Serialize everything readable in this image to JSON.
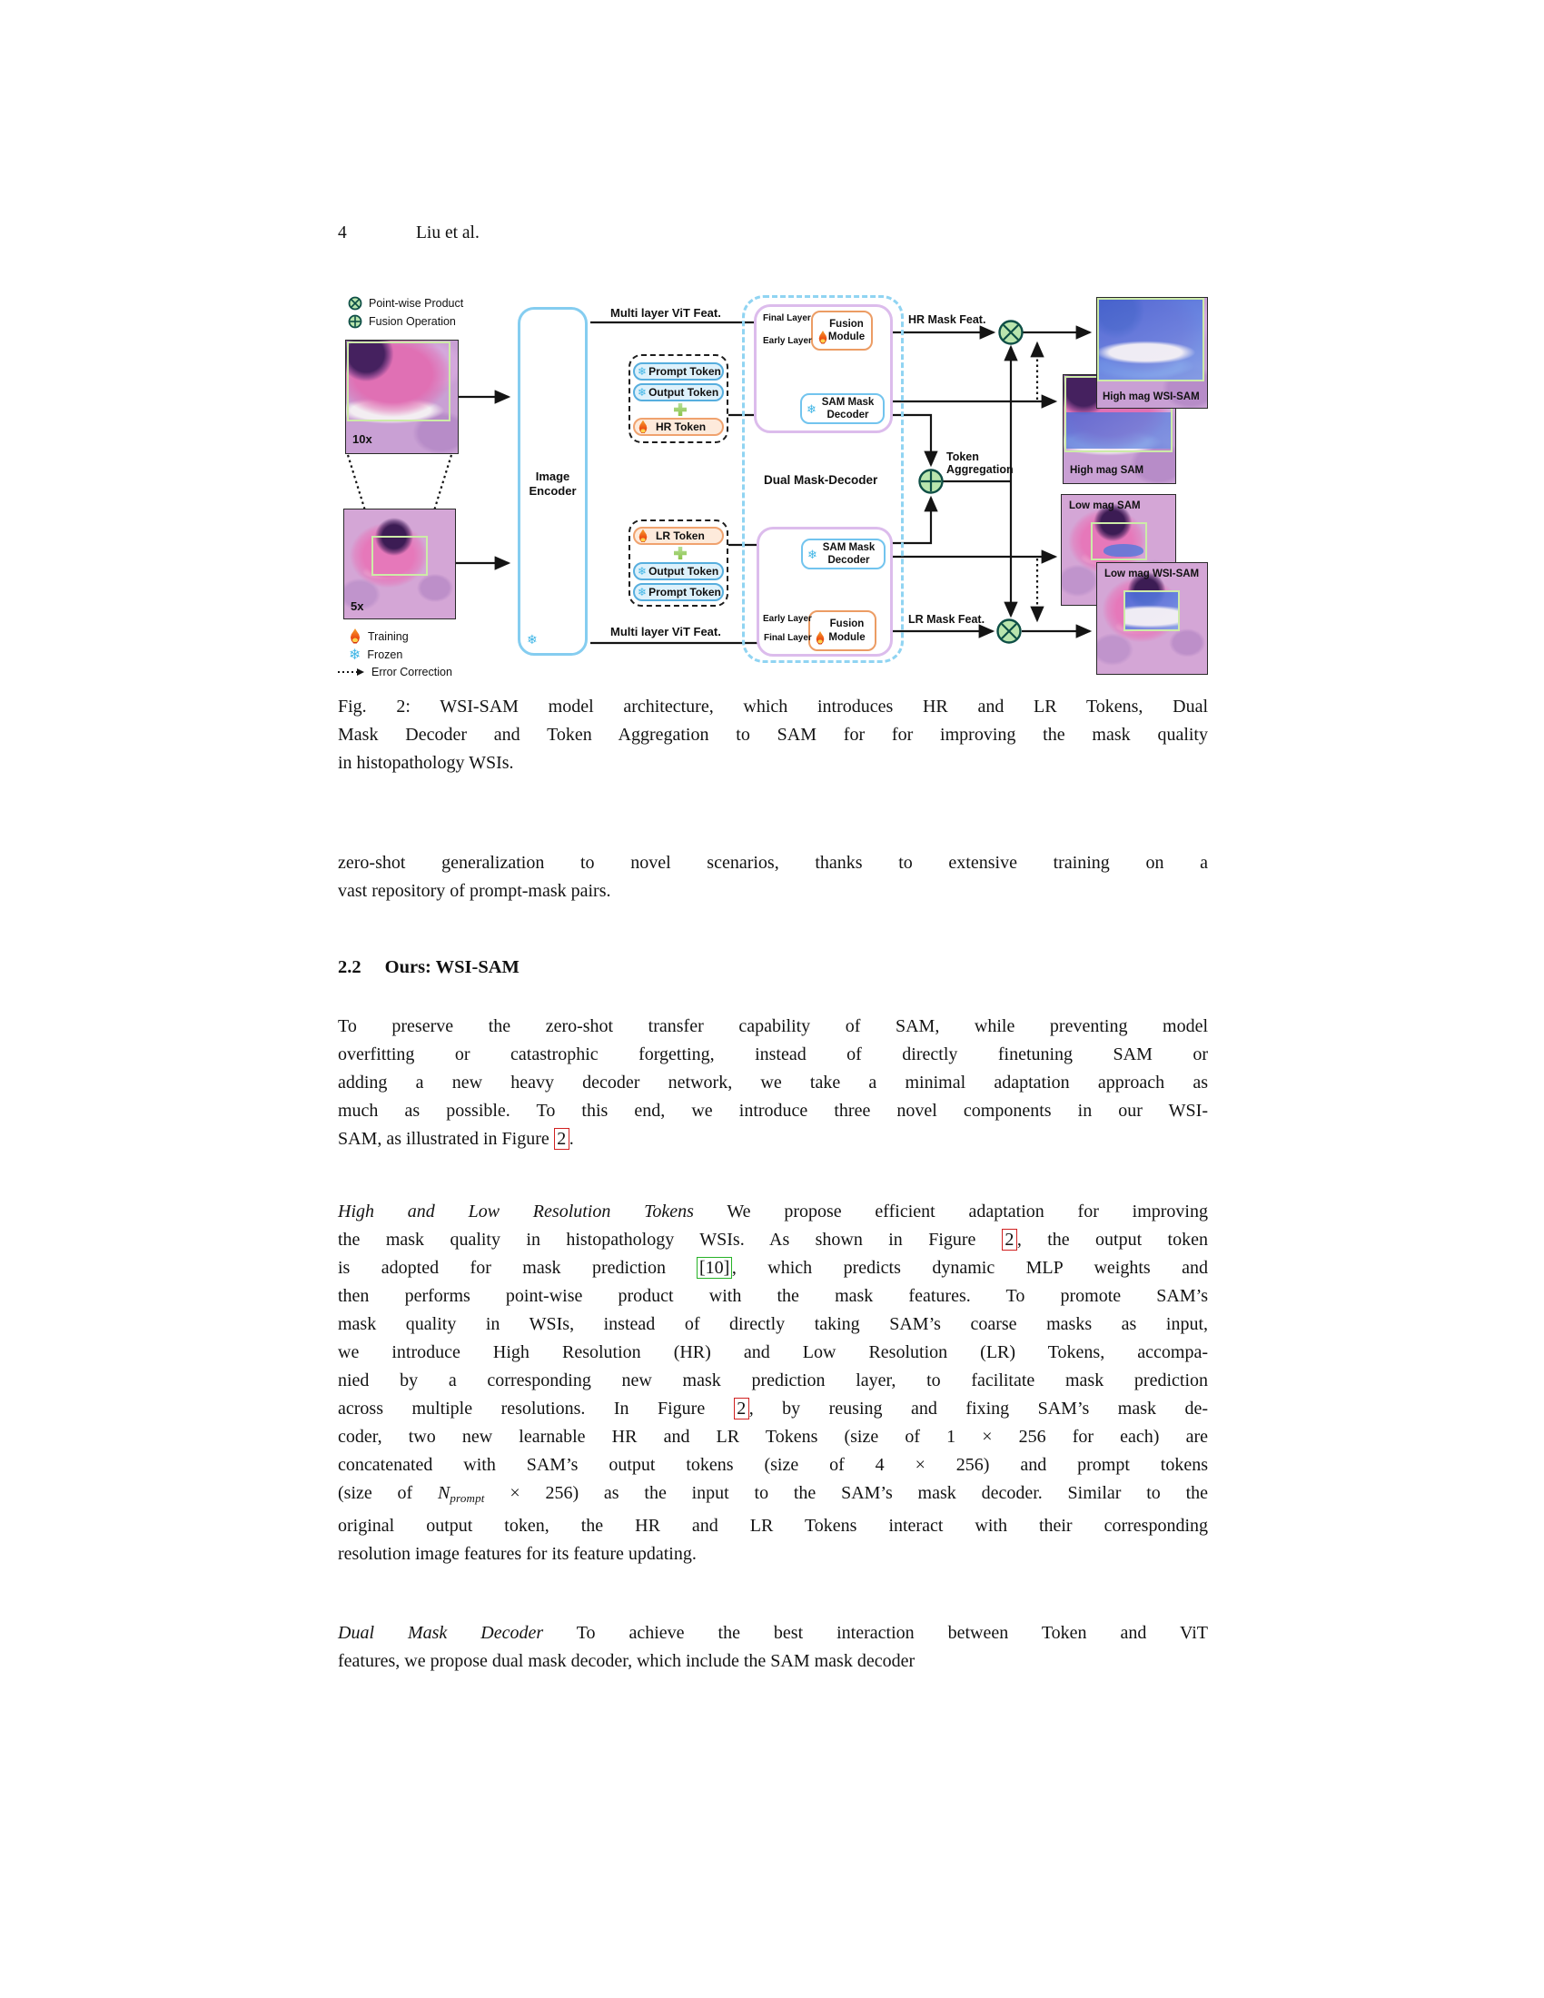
{
  "page": {
    "number": "4",
    "running_head": "Liu et al."
  },
  "colors": {
    "encoder_border": "#85cdf0",
    "dual_border": "#90d4f2",
    "purple_border": "#dcbcec",
    "fusion_border": "#ec9c64",
    "decoder_border": "#72c4ee",
    "chip_blue": "#56aede",
    "chip_orange": "#f0a26e",
    "op_circle_fill": "#b9e5ad",
    "op_circle_stroke": "#0e4f46",
    "mask_green": "#cdeba8",
    "mask_blue": "#5e82e2",
    "ref_red": "#d02020",
    "ref_green": "#26b226"
  },
  "icons": {
    "snowflake": "❄",
    "op_times": "otimes",
    "op_plus": "oplus"
  },
  "figure": {
    "legend_top": [
      {
        "icon": "otimes-icon",
        "label": "Point-wise Product"
      },
      {
        "icon": "oplus-icon",
        "label": "Fusion Operation"
      }
    ],
    "mag_high": "10x",
    "mag_low": "5x",
    "encoder_l1": "Image",
    "encoder_l2": "Encoder",
    "vit_feat": "Multi layer ViT Feat.",
    "hr_token_group": [
      "Prompt Token",
      "Output Token",
      "HR Token"
    ],
    "lr_token_group": [
      "LR Token",
      "Output Token",
      "Prompt Token"
    ],
    "dual_mask_decoder": "Dual Mask-Decoder",
    "fusion_l1": "Fusion",
    "fusion_l2": "Module",
    "decoder_l1": "SAM Mask",
    "decoder_l2": "Decoder",
    "final_layer": "Final Layer",
    "early_layer": "Early Layer",
    "hr_mask_feat": "HR Mask Feat.",
    "lr_mask_feat": "LR Mask Feat.",
    "token_agg_l1": "Token",
    "token_agg_l2": "Aggregation",
    "out_hr_wsi": "High mag WSI-SAM",
    "out_hr_sam": "High mag SAM",
    "out_lr_sam": "Low mag SAM",
    "out_lr_wsi": "Low mag WSI-SAM",
    "legend_bottom": [
      {
        "icon": "flame-icon",
        "label": "Training"
      },
      {
        "icon": "snowflake-icon",
        "label": "Frozen"
      },
      {
        "icon": "dotted-arrow-icon",
        "label": "Error Correction"
      }
    ]
  },
  "caption": {
    "lines": [
      [
        {
          "t": "Fig. 2: WSI-SAM model architecture, which introduces HR and LR Tokens, Dual"
        }
      ],
      [
        {
          "t": "Mask Decoder and Token Aggregation to SAM for for improving the mask quality"
        }
      ],
      [
        {
          "t": "in histopathology WSIs."
        }
      ]
    ]
  },
  "heading": {
    "number": "2.2",
    "title": "Ours: WSI-SAM"
  },
  "body": {
    "p1": {
      "lines": [
        [
          {
            "t": "zero-shot generalization to novel scenarios, thanks to extensive training on a"
          }
        ],
        [
          {
            "t": "vast repository of prompt-mask pairs."
          }
        ]
      ]
    },
    "p2": {
      "lines": [
        [
          {
            "t": "To preserve the zero-shot transfer capability of SAM, while preventing model"
          }
        ],
        [
          {
            "t": "overfitting or catastrophic forgetting, instead of directly finetuning SAM or"
          }
        ],
        [
          {
            "t": "adding a new heavy decoder network, we take a minimal adaptation approach as"
          }
        ],
        [
          {
            "t": "much as possible. To this end, we introduce three novel components in our WSI-"
          }
        ],
        [
          {
            "t": "SAM, as illustrated in Figure "
          },
          {
            "t": "2",
            "s": "refred"
          },
          {
            "t": "."
          }
        ]
      ]
    },
    "p3": {
      "lines": [
        [
          {
            "t": "High and Low Resolution Tokens",
            "s": "it"
          },
          {
            "t": " We propose efficient adaptation for improving"
          }
        ],
        [
          {
            "t": "the mask quality in histopathology WSIs. As shown in Figure "
          },
          {
            "t": "2",
            "s": "refred"
          },
          {
            "t": ", the output token"
          }
        ],
        [
          {
            "t": "is adopted for mask prediction "
          },
          {
            "t": "[10]",
            "s": "refgreen"
          },
          {
            "t": ", which predicts dynamic MLP weights and"
          }
        ],
        [
          {
            "t": "then performs point-wise product with the mask features. To promote SAM’s"
          }
        ],
        [
          {
            "t": "mask quality in WSIs, instead of directly taking SAM’s coarse masks as input,"
          }
        ],
        [
          {
            "t": "we introduce High Resolution (HR) and Low Resolution (LR) Tokens, accompa-"
          }
        ],
        [
          {
            "t": "nied by a corresponding new mask prediction layer, to facilitate mask prediction"
          }
        ],
        [
          {
            "t": "across multiple resolutions. In Figure "
          },
          {
            "t": "2",
            "s": "refred"
          },
          {
            "t": ", by reusing and fixing SAM’s mask de-"
          }
        ],
        [
          {
            "t": "coder, two new learnable HR and LR Tokens (size of 1 × 256 for each) are"
          }
        ],
        [
          {
            "t": "concatenated with SAM’s output tokens (size of 4 × 256) and prompt tokens"
          }
        ],
        [
          {
            "t": "(size of "
          },
          {
            "t": "N",
            "s": "var"
          },
          {
            "t": "prompt",
            "s": "sub"
          },
          {
            "t": " × 256) as the input to the SAM’s mask decoder. Similar to the"
          }
        ],
        [
          {
            "t": "original output token, the HR and LR Tokens interact with their corresponding"
          }
        ],
        [
          {
            "t": "resolution image features for its feature updating."
          }
        ]
      ]
    },
    "p4": {
      "lines": [
        [
          {
            "t": "Dual Mask Decoder",
            "s": "it"
          },
          {
            "t": " To achieve the best interaction between Token and ViT"
          }
        ],
        [
          {
            "t": "features, we propose dual mask decoder, which include the SAM mask decoder"
          }
        ]
      ]
    }
  }
}
